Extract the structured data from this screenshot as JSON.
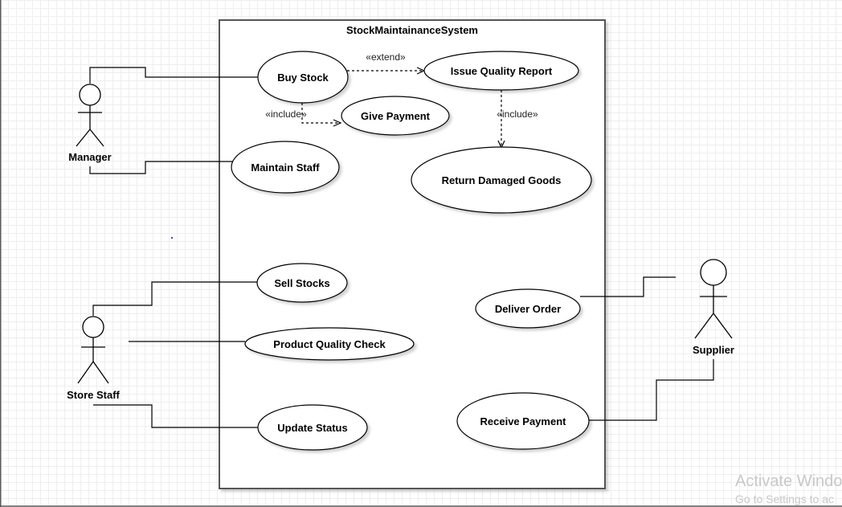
{
  "system": {
    "title": "StockMaintainanceSystem"
  },
  "actors": {
    "manager": "Manager",
    "store_staff": "Store Staff",
    "supplier": "Supplier"
  },
  "use_cases": {
    "buy_stock": "Buy Stock",
    "issue_quality_report": "Issue Quality Report",
    "give_payment": "Give Payment",
    "maintain_staff": "Maintain Staff",
    "return_damaged_goods": "Return Damaged Goods",
    "sell_stocks": "Sell Stocks",
    "product_quality_check": "Product Quality Check",
    "update_status": "Update Status",
    "deliver_order": "Deliver Order",
    "receive_payment": "Receive Payment"
  },
  "relationships": {
    "extend_label": "«extend»",
    "include_give_payment_label": "«include»",
    "include_return_goods_label": "«include»"
  },
  "watermark": {
    "line1": "Activate Windo",
    "line2": "Go to Settings to ac"
  }
}
